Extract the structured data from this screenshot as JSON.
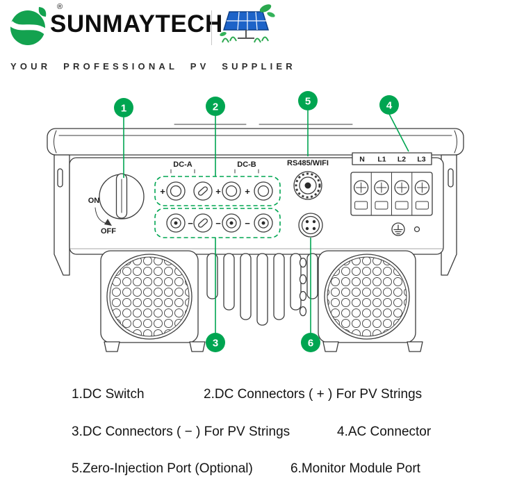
{
  "header": {
    "brand": "SUNMAYTECH",
    "registered_mark": "®",
    "tagline": "YOUR PROFESSIONAL PV SUPPLIER"
  },
  "diagram": {
    "callout_numbers": [
      "1",
      "2",
      "3",
      "4",
      "5",
      "6"
    ],
    "labels": {
      "dc_a": "DC-A",
      "dc_b": "DC-B",
      "rs485_wifi": "RS485/WIFI",
      "switch_on": "ON",
      "switch_off": "OFF",
      "plus": "+",
      "minus": "−"
    },
    "ac_terminals": [
      "N",
      "L1",
      "L2",
      "L3"
    ]
  },
  "legend": {
    "items": [
      "1.DC Switch",
      "2.DC Connectors ( + ) For PV Strings",
      "3.DC Connectors ( − ) For PV Strings",
      "4.AC Connector",
      "5.Zero-Injection Port (Optional)",
      "6.Monitor Module Port"
    ]
  },
  "colors": {
    "accent_green": "#00a551",
    "drawing_line": "#3b3b3b",
    "panel_blue": "#1d63c8"
  }
}
